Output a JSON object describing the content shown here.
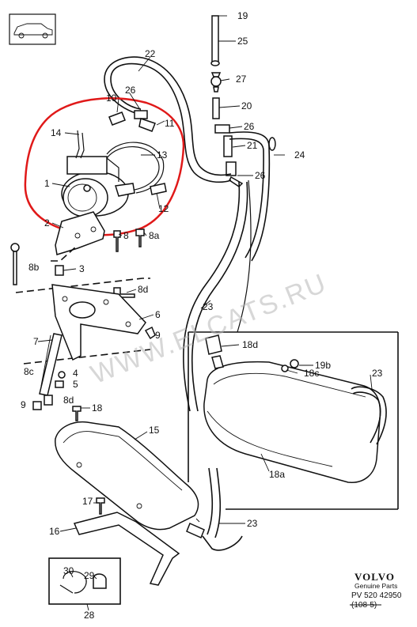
{
  "callouts": {
    "c1": "1",
    "c2": "2",
    "c3": "3",
    "c4": "4",
    "c5": "5",
    "c6": "6",
    "c7": "7",
    "c8": "8",
    "c8a": "8a",
    "c8b": "8b",
    "c8c": "8c",
    "c8d_top": "8d",
    "c8d_bottom": "8d",
    "c9_left": "9",
    "c9_mid": "9",
    "c10": "10",
    "c11": "11",
    "c12": "12",
    "c13": "13",
    "c14": "14",
    "c15": "15",
    "c16": "16",
    "c17": "17",
    "c18": "18",
    "c18a": "18a",
    "c18c": "18c",
    "c18d": "18d",
    "c19_top": "19",
    "c19b": "19b",
    "c20": "20",
    "c21": "21",
    "c22": "22",
    "c23_mid": "23",
    "c23_right": "23",
    "c23_bottom": "23",
    "c24": "24",
    "c25": "25",
    "c26_a": "26",
    "c26_b": "26",
    "c26_c": "26",
    "c27": "27",
    "c28": "28",
    "c29": "29",
    "c30": "30"
  },
  "watermark": "WWW.ELCATS.RU",
  "footer": {
    "brand": "VOLVO",
    "subtitle": "Genuine Parts",
    "code": "PV 520 42950",
    "struck_code": "(108-5)"
  },
  "colors": {
    "highlight": "#e01919",
    "line": "#111111",
    "watermark": "#b8b8b8"
  },
  "icons": {
    "car_thumbnail": "car-sedan-icon"
  }
}
